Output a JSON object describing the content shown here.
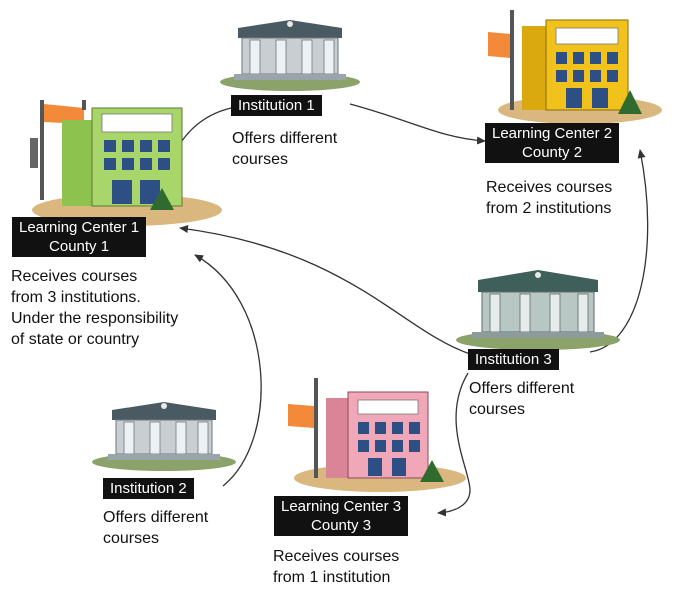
{
  "colors": {
    "center1": "#a8d66a",
    "center2": "#f2c21c",
    "center3": "#f0a7b8",
    "institution_roof": "#4a5a63",
    "institution_body": "#c9ced3",
    "flag": "#f28a3a",
    "ground": "#d9b77e",
    "label_bg": "#111111",
    "arrow": "#333333"
  },
  "nodes": {
    "center1": {
      "label_line1": "Learning Center 1",
      "label_line2": "County 1",
      "desc": [
        "Receives courses",
        "from 3 institutions.",
        "Under the responsibility",
        "of state or country"
      ]
    },
    "center2": {
      "label_line1": "Learning Center 2",
      "label_line2": "County 2",
      "desc": [
        "Receives courses",
        "from 2 institutions"
      ]
    },
    "center3": {
      "label_line1": "Learning Center 3",
      "label_line2": "County 3",
      "desc": [
        "Receives courses",
        "from 1 institution"
      ]
    },
    "inst1": {
      "label": "Institution 1",
      "desc": [
        "Offers different",
        "courses"
      ]
    },
    "inst2": {
      "label": "Institution 2",
      "desc": [
        "Offers different",
        "courses"
      ]
    },
    "inst3": {
      "label": "Institution 3",
      "desc": [
        "Offers different",
        "courses"
      ]
    }
  },
  "icons": {
    "center": "school-building-icon",
    "institution": "institution-building-icon",
    "flag": "flag-icon"
  }
}
